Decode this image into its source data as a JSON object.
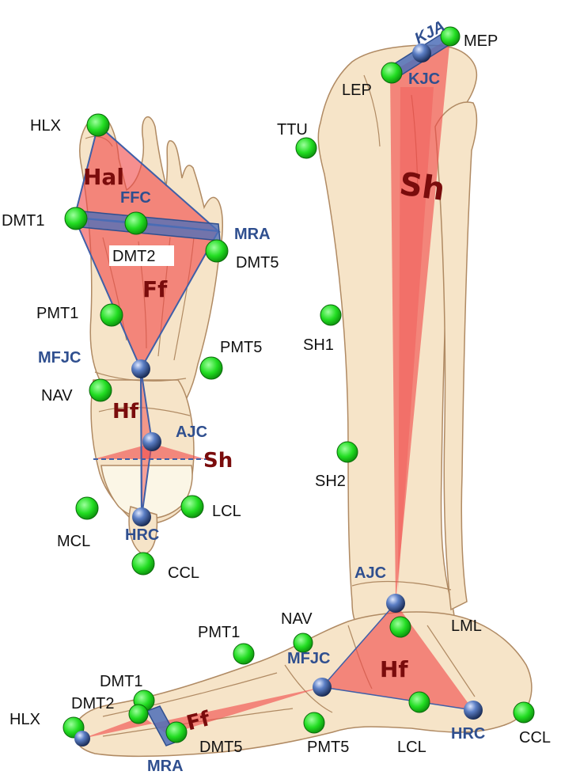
{
  "colors": {
    "bone_fill": "#f6e4c8",
    "bone_stroke": "#b08a63",
    "segment_red": "#f04a4a",
    "segment_label": "#7a0c0c",
    "marker_green": "#22dd22",
    "joint_label_blue": "#2f4f8f",
    "axis_band_blue": "#4d6fb8"
  },
  "marker_icon": "green-circle-marker",
  "joint_icon": "blue-sphere-joint",
  "top_view": {
    "markers": [
      {
        "id": "HLX",
        "label": "HLX"
      },
      {
        "id": "DMT1",
        "label": "DMT1"
      },
      {
        "id": "DMT2",
        "label": "DMT2"
      },
      {
        "id": "DMT5",
        "label": "DMT5"
      },
      {
        "id": "PMT1",
        "label": "PMT1"
      },
      {
        "id": "PMT5",
        "label": "PMT5"
      },
      {
        "id": "NAV",
        "label": "NAV"
      },
      {
        "id": "MCL",
        "label": "MCL"
      },
      {
        "id": "LCL",
        "label": "LCL"
      },
      {
        "id": "CCL",
        "label": "CCL"
      }
    ],
    "joints": [
      {
        "id": "FFC",
        "label": "FFC"
      },
      {
        "id": "MRA",
        "label": "MRA"
      },
      {
        "id": "MFJC",
        "label": "MFJC"
      },
      {
        "id": "AJC",
        "label": "AJC"
      },
      {
        "id": "HRC",
        "label": "HRC"
      }
    ],
    "segments": [
      {
        "id": "Hal",
        "label": "Hal"
      },
      {
        "id": "Ff",
        "label": "Ff"
      },
      {
        "id": "Hf",
        "label": "Hf"
      },
      {
        "id": "Sh",
        "label": "Sh"
      }
    ]
  },
  "side_view": {
    "markers": [
      {
        "id": "MEP",
        "label": "MEP"
      },
      {
        "id": "LEP",
        "label": "LEP"
      },
      {
        "id": "TTU",
        "label": "TTU"
      },
      {
        "id": "SH1",
        "label": "SH1"
      },
      {
        "id": "SH2",
        "label": "SH2"
      },
      {
        "id": "LML",
        "label": "LML"
      },
      {
        "id": "NAV",
        "label": "NAV"
      },
      {
        "id": "PMT1",
        "label": "PMT1"
      },
      {
        "id": "DMT1",
        "label": "DMT1"
      },
      {
        "id": "DMT2",
        "label": "DMT2"
      },
      {
        "id": "HLX",
        "label": "HLX"
      },
      {
        "id": "DMT5",
        "label": "DMT5"
      },
      {
        "id": "PMT5",
        "label": "PMT5"
      },
      {
        "id": "LCL",
        "label": "LCL"
      },
      {
        "id": "CCL",
        "label": "CCL"
      }
    ],
    "joints": [
      {
        "id": "KJA",
        "label": "KJA"
      },
      {
        "id": "KJC",
        "label": "KJC"
      },
      {
        "id": "AJC",
        "label": "AJC"
      },
      {
        "id": "MFJC",
        "label": "MFJC"
      },
      {
        "id": "HRC",
        "label": "HRC"
      },
      {
        "id": "MRA",
        "label": "MRA"
      }
    ],
    "segments": [
      {
        "id": "Sh",
        "label": "Sh"
      },
      {
        "id": "Hf",
        "label": "Hf"
      },
      {
        "id": "Ff",
        "label": "Ff"
      }
    ]
  }
}
